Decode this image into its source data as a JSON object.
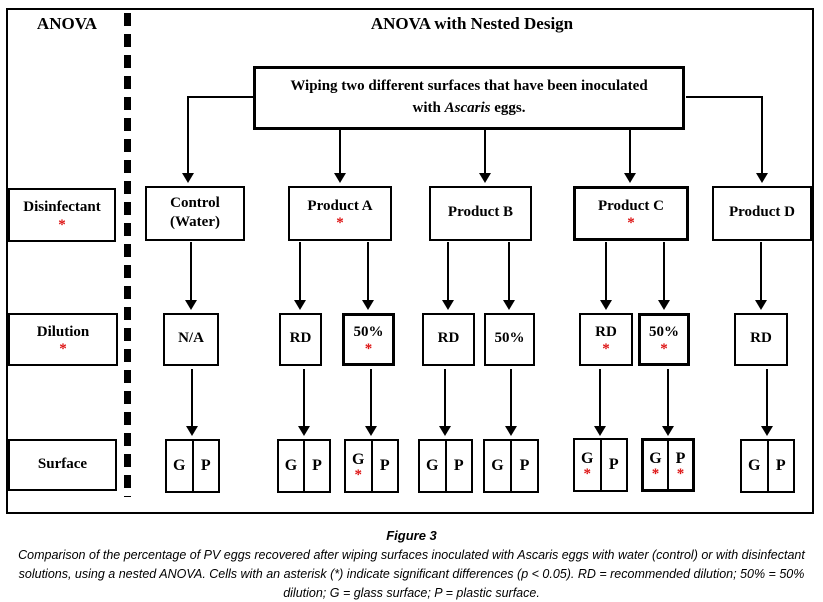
{
  "colors": {
    "asterisk": "#dd1111",
    "line": "#000000"
  },
  "header": {
    "left": "ANOVA",
    "right": "ANOVA with Nested Design"
  },
  "root": {
    "line1": "Wiping two different surfaces that have been inoculated",
    "line2_pre": "with",
    "line2_italic": "Ascaris",
    "line2_post": "eggs."
  },
  "row_labels": {
    "disinfectant": {
      "label": "Disinfectant",
      "asterisk": "*"
    },
    "dilution": {
      "label": "Dilution",
      "asterisk": "*"
    },
    "surface": {
      "label": "Surface",
      "asterisk": ""
    }
  },
  "disinfectants": {
    "control": {
      "line1": "Control",
      "line2": "(Water)",
      "asterisk": ""
    },
    "product_a": {
      "line1": "Product A",
      "line2": "",
      "asterisk": "*"
    },
    "product_b": {
      "line1": "Product B",
      "line2": "",
      "asterisk": ""
    },
    "product_c": {
      "line1": "Product C",
      "line2": "",
      "asterisk": "*"
    },
    "product_d": {
      "line1": "Product D",
      "line2": "",
      "asterisk": ""
    }
  },
  "dilutions": {
    "na": {
      "label": "N/A",
      "asterisk": ""
    },
    "a_rd": {
      "label": "RD",
      "asterisk": ""
    },
    "a_50": {
      "label": "50%",
      "asterisk": "*"
    },
    "b_rd": {
      "label": "RD",
      "asterisk": ""
    },
    "b_50": {
      "label": "50%",
      "asterisk": ""
    },
    "c_rd": {
      "label": "RD",
      "asterisk": "*"
    },
    "c_50": {
      "label": "50%",
      "asterisk": "*"
    },
    "d_rd": {
      "label": "RD",
      "asterisk": ""
    }
  },
  "surfaces": {
    "control": {
      "g": "G",
      "g_ast": "",
      "p": "P",
      "p_ast": ""
    },
    "a_rd": {
      "g": "G",
      "g_ast": "",
      "p": "P",
      "p_ast": ""
    },
    "a_50": {
      "g": "G",
      "g_ast": "*",
      "p": "P",
      "p_ast": ""
    },
    "b_rd": {
      "g": "G",
      "g_ast": "",
      "p": "P",
      "p_ast": ""
    },
    "b_50": {
      "g": "G",
      "g_ast": "",
      "p": "P",
      "p_ast": ""
    },
    "c_rd": {
      "g": "G",
      "g_ast": "*",
      "p": "P",
      "p_ast": ""
    },
    "c_50": {
      "g": "G",
      "g_ast": "*",
      "p": "P",
      "p_ast": "*"
    },
    "d_rd": {
      "g": "G",
      "g_ast": "",
      "p": "P",
      "p_ast": ""
    }
  },
  "caption": {
    "title": "Figure 3",
    "text": "Comparison of the percentage of PV eggs recovered after wiping surfaces inoculated with Ascaris eggs with water (control) or with disinfectant solutions, using a nested ANOVA. Cells with an asterisk (*) indicate significant differences (p < 0.05). RD = recommended dilution; 50% = 50% dilution; G = glass surface; P = plastic surface."
  }
}
